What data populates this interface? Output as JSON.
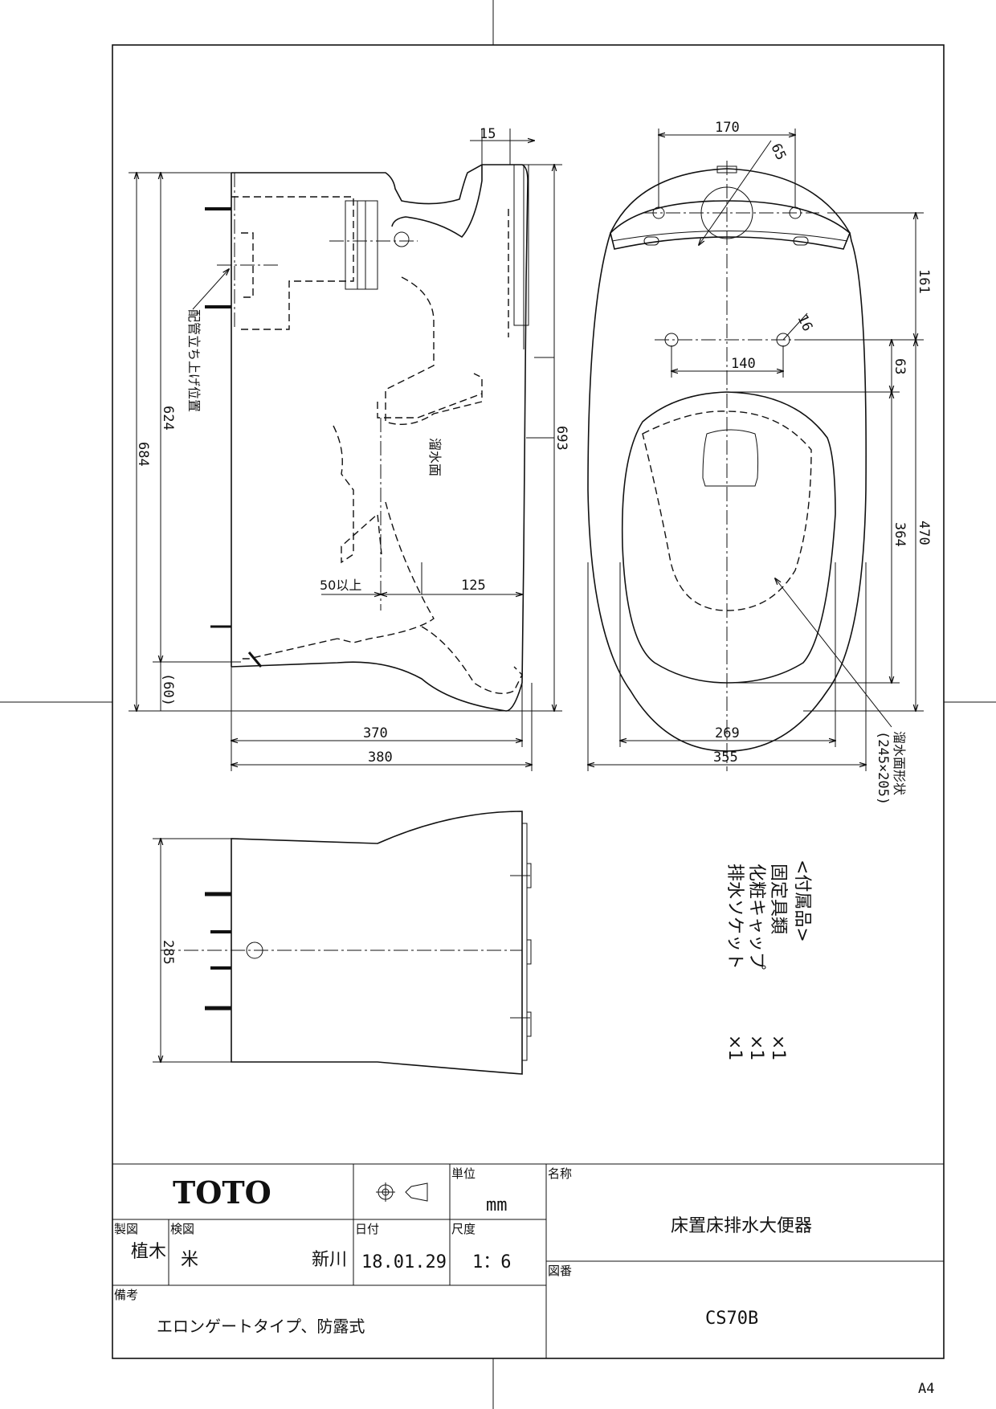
{
  "side_view": {
    "dims": {
      "d15": "15",
      "d684": "684",
      "d624": "624",
      "d693": "693",
      "d60": "(60)",
      "d370": "370",
      "d380": "380",
      "d50": "50以上",
      "d125": "125"
    },
    "labels": {
      "pipe_position": "配管立ち上げ位置",
      "water_surface": "溜水面"
    }
  },
  "top_view": {
    "dims": {
      "d170": "170",
      "d65": "65",
      "d16": "16",
      "d140": "140",
      "d161": "161",
      "d63": "63",
      "d364": "364",
      "d470": "470",
      "d269": "269",
      "d355": "355"
    },
    "labels": {
      "water_shape": "溜水面形状",
      "water_shape_size": "(245×205)"
    }
  },
  "bottom_view": {
    "dims": {
      "d285": "285"
    }
  },
  "accessories": {
    "heading": "<付属品>",
    "items": [
      {
        "name": "固定具類",
        "qty": "×1"
      },
      {
        "name": "化粧キャップ",
        "qty": "×1"
      },
      {
        "name": "排水ソケット",
        "qty": "×1"
      }
    ]
  },
  "title_block": {
    "logo": "TOTO",
    "unit_label": "単位",
    "unit_value": "mm",
    "name_label": "名称",
    "name_value": "床置床排水大便器",
    "drawn_label": "製図",
    "drawn_by": "植木",
    "checked_label": "検図",
    "checked_by_1": "米",
    "checked_by_2": "新川",
    "date_label": "日付",
    "date_value": "18.01.29",
    "scale_label": "尺度",
    "scale_value": "1：6",
    "drawing_no_label": "図番",
    "drawing_no_value": "CS70B",
    "remarks_label": "備考",
    "remarks_value": "エロンゲートタイプ、防露式"
  },
  "sheet_size": "A4"
}
